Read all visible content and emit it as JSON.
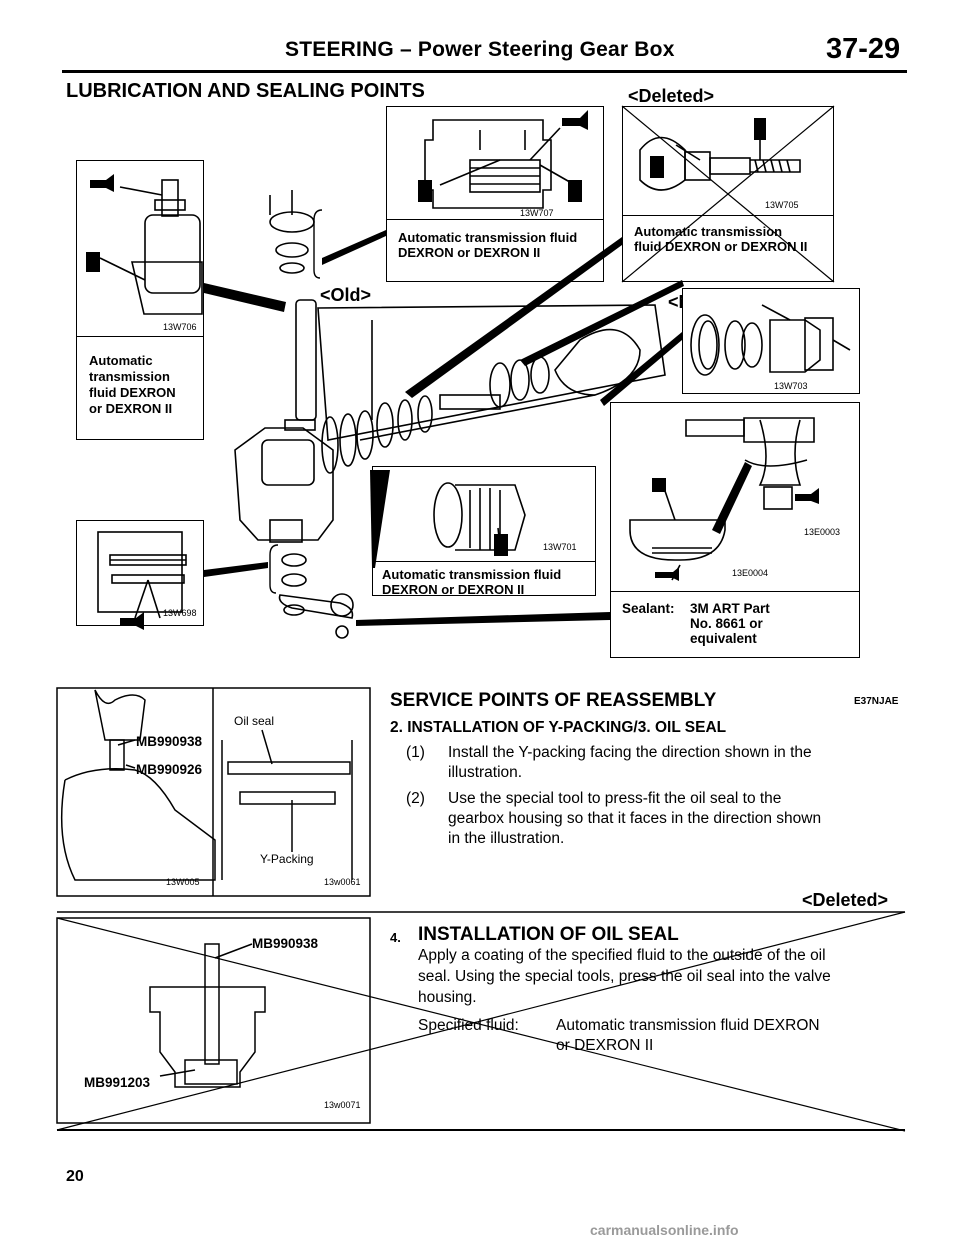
{
  "header": {
    "title": "STEERING – Power Steering Gear Box",
    "page": "37-29"
  },
  "section": {
    "title": "LUBRICATION AND SEALING POINTS"
  },
  "tags": {
    "deleted_top": "<Deleted>",
    "old": "<Old>",
    "new": "<New>",
    "deleted_mid": "<Deleted>"
  },
  "figures": {
    "f707": {
      "code": "13W707",
      "caption": [
        "Automatic transmission fluid",
        "DEXRON or DEXRON II"
      ]
    },
    "f705": {
      "code": "13W705",
      "caption": [
        "Automatic transmission",
        "fluid DEXRON or DEXRON II"
      ]
    },
    "f706": {
      "code": "13W706",
      "caption": [
        "Automatic",
        "transmission",
        "fluid DEXRON",
        "or DEXRON II"
      ]
    },
    "f703": {
      "code": "13W703"
    },
    "f701": {
      "code": "13W701",
      "caption": [
        "Automatic transmission fluid",
        "DEXRON or DEXRON II"
      ]
    },
    "f698": {
      "code": "13W698"
    },
    "fE0003": {
      "code": "13E0003"
    },
    "fE0004": {
      "code": "13E0004"
    },
    "sealant": {
      "label": "Sealant:",
      "lines": [
        "3M ART Part",
        "No. 8661 or",
        "equivalent"
      ]
    },
    "f005": {
      "code": "13W005",
      "tool1": "MB990938",
      "tool2": "MB990926"
    },
    "f0061": {
      "code": "13w0061",
      "oil_seal": "Oil seal",
      "y_packing": "Y-Packing"
    },
    "f0071": {
      "code": "13w0071",
      "tool1": "MB990938",
      "tool2": "MB991203"
    }
  },
  "service": {
    "title": "SERVICE POINTS OF REASSEMBLY",
    "ref": "E37NJAE",
    "step_title": "2. INSTALLATION OF Y-PACKING/3. OIL SEAL",
    "items": [
      {
        "num": "(1)",
        "lines": [
          "Install the Y-packing facing the direction shown in the",
          "illustration."
        ]
      },
      {
        "num": "(2)",
        "lines": [
          "Use the special tool to press-fit the oil seal to the",
          "gearbox housing so that it faces in the direction shown",
          "in the illustration."
        ]
      }
    ]
  },
  "step4": {
    "num": "4.",
    "title": "INSTALLATION OF OIL SEAL",
    "lines": [
      "Apply a coating of the specified fluid to the outside of the oil",
      "seal. Using the special tools, press the oil seal into the valve",
      "housing."
    ],
    "fluid_label": "Specified fluid:",
    "fluid_lines": [
      "Automatic transmission fluid DEXRON",
      "or DEXRON II"
    ]
  },
  "footer": {
    "page": "20"
  },
  "watermark": "carmanualsonline.info"
}
